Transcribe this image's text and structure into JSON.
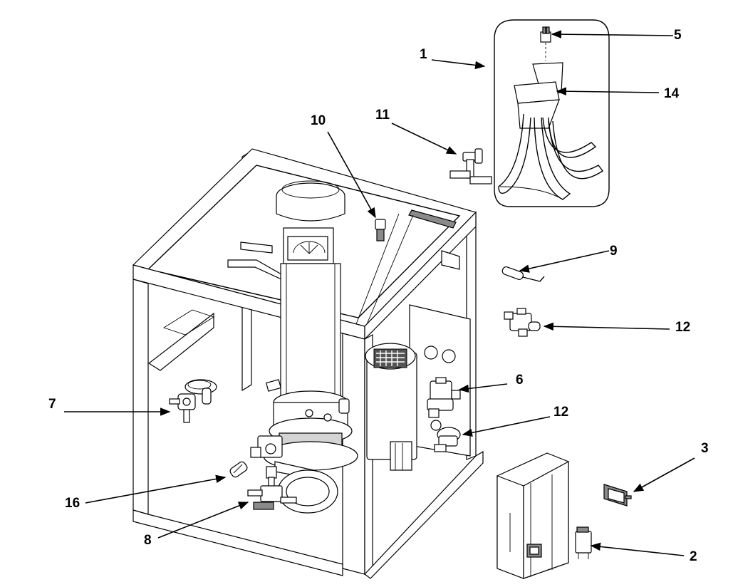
{
  "callouts": [
    {
      "id": "c1",
      "label": "1"
    },
    {
      "id": "c2",
      "label": "2"
    },
    {
      "id": "c3",
      "label": "3"
    },
    {
      "id": "c5",
      "label": "5"
    },
    {
      "id": "c6",
      "label": "6"
    },
    {
      "id": "c7",
      "label": "7"
    },
    {
      "id": "c8",
      "label": "8"
    },
    {
      "id": "c9",
      "label": "9"
    },
    {
      "id": "c10",
      "label": "10"
    },
    {
      "id": "c11",
      "label": "11"
    },
    {
      "id": "c12a",
      "label": "12"
    },
    {
      "id": "c12b",
      "label": "12"
    },
    {
      "id": "c14",
      "label": "14"
    },
    {
      "id": "c16",
      "label": "16"
    }
  ],
  "colors": {
    "line": "#000000",
    "shade_light": "#d4d4d4",
    "shade_dark": "#8a8a8a",
    "background": "#ffffff"
  }
}
